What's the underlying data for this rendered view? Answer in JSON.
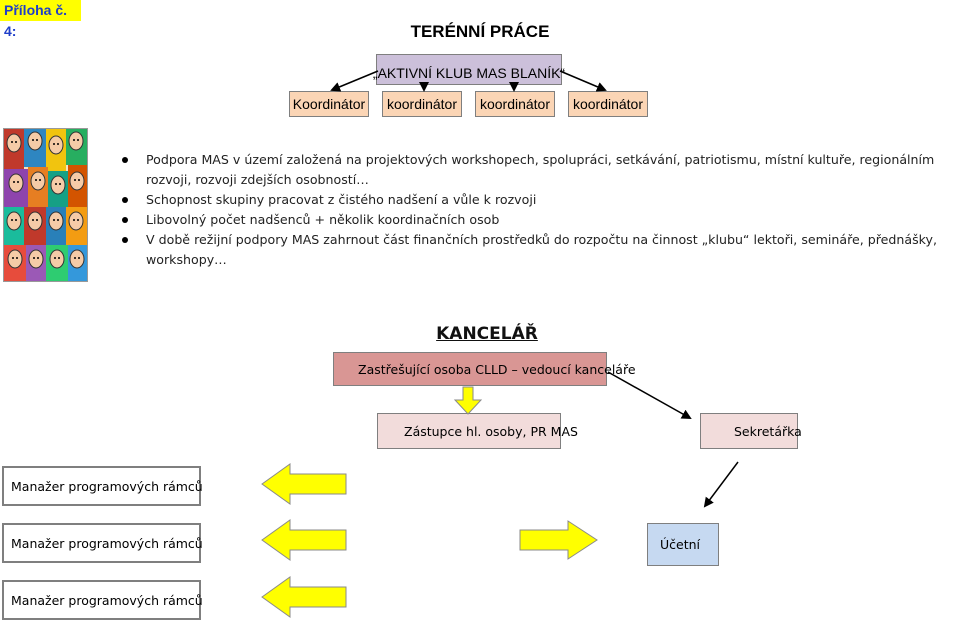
{
  "attachment_label": "Příloha č. 4:",
  "field_work": {
    "title": "TERÉNNÍ PRÁCE",
    "club_label": "„AKTIVNÍ KLUB MAS BLANÍK“",
    "coordinators": [
      "Koordinátor",
      "koordinátor",
      "koordinátor",
      "koordinátor"
    ]
  },
  "picture": {
    "icon": "crowd-of-people-drawing"
  },
  "bullets": [
    "Podpora MAS v území založená na projektových workshopech, spolupráci, setkávání, patriotismu, místní kultuře, regionálním rozvoji, rozvoji zdejších osobností…",
    "Schopnost skupiny pracovat z čistého nadšení a vůle k rozvoji",
    "Libovolný počet nadšenců + několik koordinačních osob",
    "V době režijní podpory MAS zahrnout část finančních prostředků do rozpočtu na činnost „klubu“ lektoři, semináře, přednášky, workshopy…"
  ],
  "office": {
    "title": "KANCELÁŘ",
    "head_label": "Zastřešující osoba CLLD – vedoucí kanceláře",
    "deputy_label": "Zástupce hl. osoby, PR MAS",
    "secretary_label": "Sekretářka",
    "managers": [
      "Manažer programových rámců",
      "Manažer programových rámců",
      "Manažer programových rámců"
    ],
    "accountant_label": "Účetní"
  },
  "colors": {
    "attachment_bg": "#ffff00",
    "attachment_text": "#1f3ec9",
    "club_box": "#ccc0da",
    "coordinator_box": "#fbd5b5",
    "head_box": "#d99694",
    "deputy_box": "#f2dcdb",
    "accountant_box": "#c6d9f1",
    "block_arrow": "#ffff00"
  }
}
